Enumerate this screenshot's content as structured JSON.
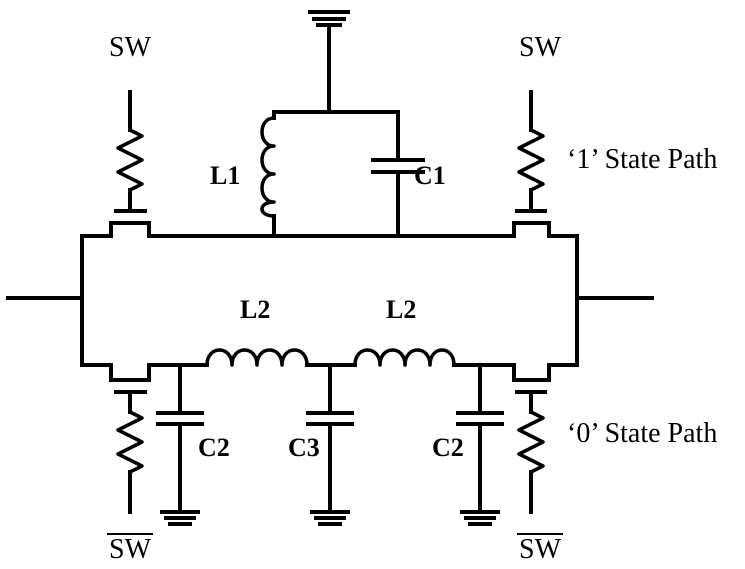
{
  "labels": {
    "sw_top_left": "SW",
    "sw_top_right": "SW",
    "sw_bottom_left": "SW",
    "sw_bottom_right": "SW",
    "state1": "‘1’ State Path",
    "state0": "‘0’ State Path",
    "L1": "L1",
    "C1": "C1",
    "L2_left": "L2",
    "L2_right": "L2",
    "C2_left": "C2",
    "C3": "C3",
    "C2_right": "C2"
  }
}
